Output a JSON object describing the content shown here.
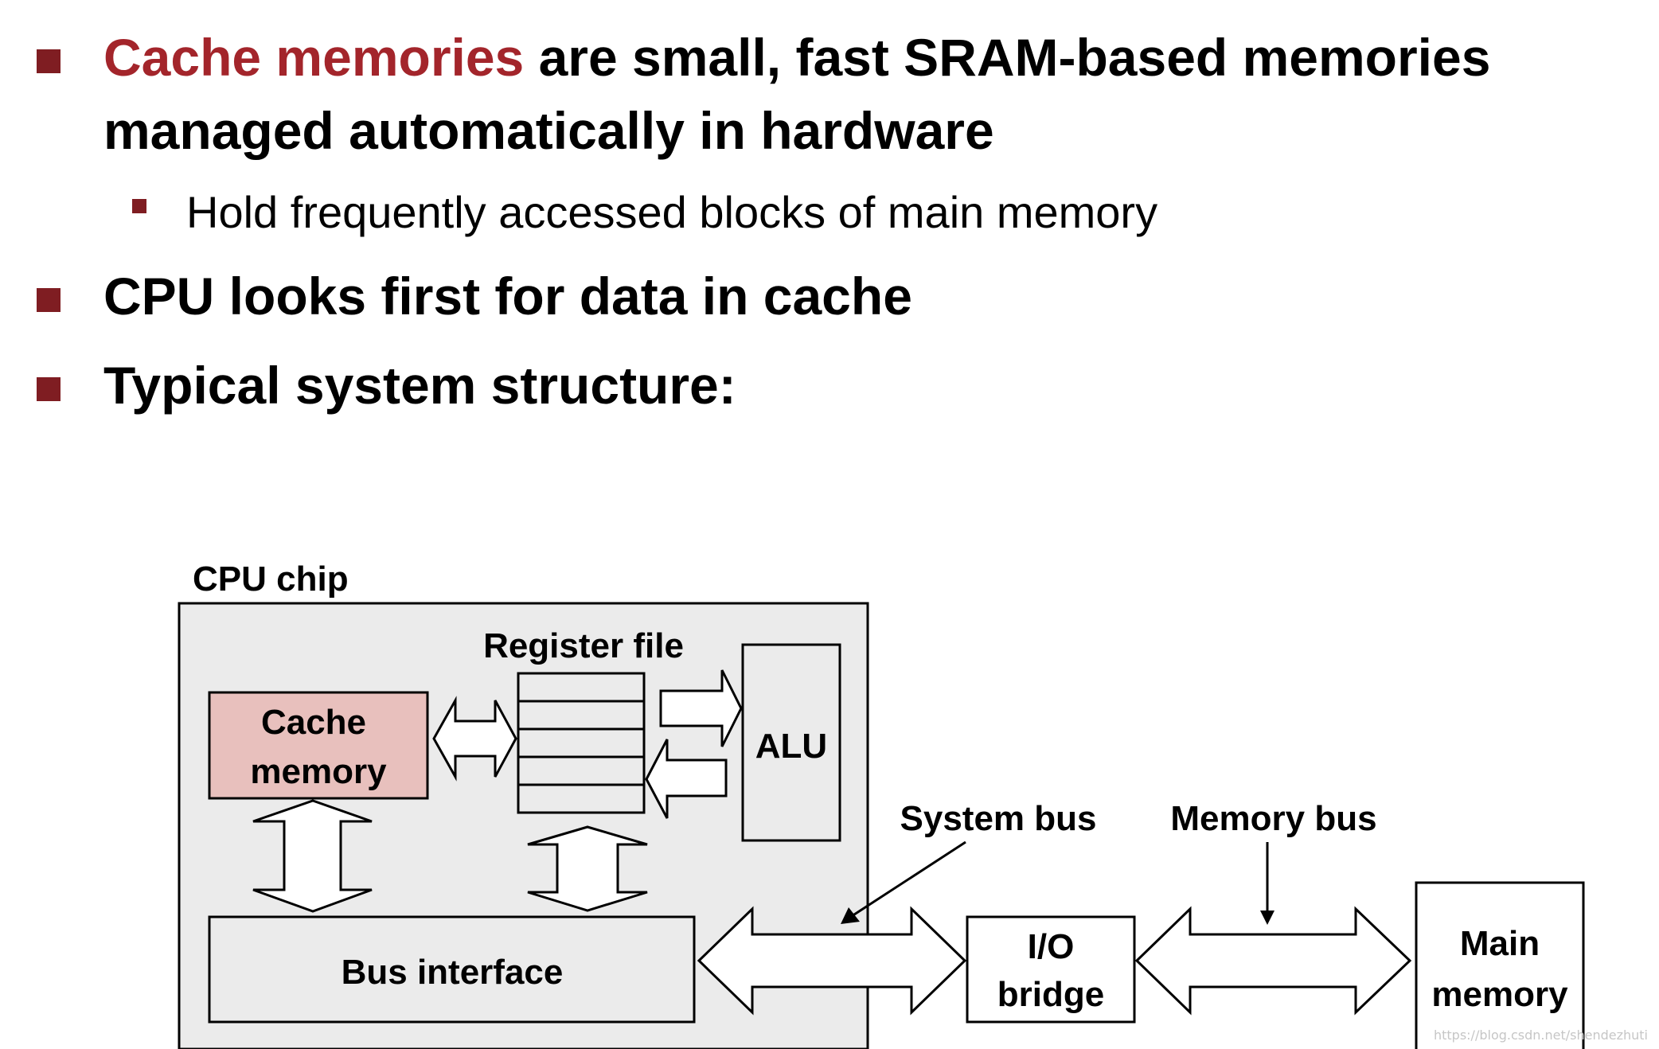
{
  "bullets": [
    {
      "highlight": "Cache memories",
      "text": " are small, fast SRAM-based memories",
      "line2": "managed automatically in hardware"
    },
    {
      "text": "CPU looks first for data in cache"
    },
    {
      "text": "Typical system structure:"
    }
  ],
  "sub_bullets": [
    {
      "text": "Hold frequently accessed blocks of main memory"
    }
  ],
  "diagram": {
    "cpu_chip_label": "CPU chip",
    "register_file_label": "Register file",
    "cache_memory_line1": "Cache",
    "cache_memory_line2": "memory",
    "alu_label": "ALU",
    "bus_interface_label": "Bus interface",
    "system_bus_label": "System bus",
    "memory_bus_label": "Memory bus",
    "io_bridge_line1": "I/O",
    "io_bridge_line2": "bridge",
    "main_memory_line1": "Main",
    "main_memory_line2": "memory"
  },
  "colors": {
    "accent": "#a3252b",
    "bullet_square": "#7f1d22",
    "cache_fill": "#e8c0bd",
    "chip_fill": "#ebebeb"
  },
  "watermark": "https://blog.csdn.net/shendezhuti"
}
